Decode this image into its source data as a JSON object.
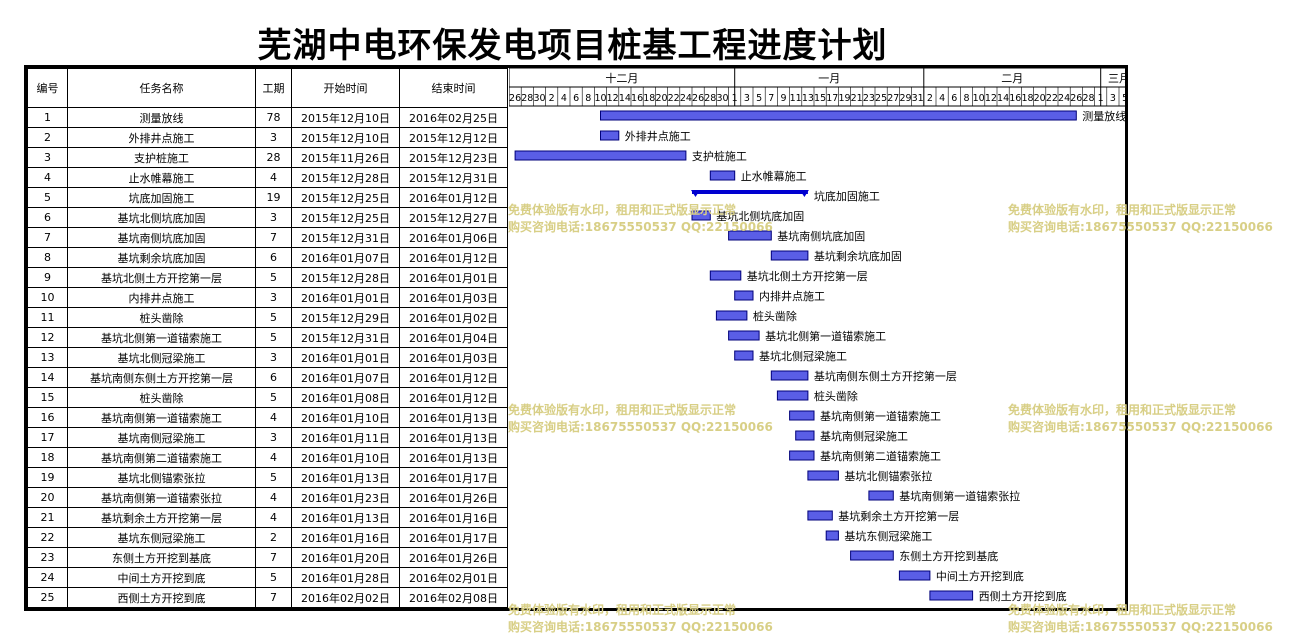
{
  "title": "芜湖中电环保发电项目桩基工程进度计划",
  "columns": [
    "编号",
    "任务名称",
    "工期",
    "开始时间",
    "结束时间"
  ],
  "months": [
    {
      "label": "十二月",
      "start": "2015-11-25",
      "end": "2015-12-31"
    },
    {
      "label": "一月",
      "start": "2016-01-01",
      "end": "2016-01-31"
    },
    {
      "label": "二月",
      "start": "2016-02-01",
      "end": "2016-02-29"
    },
    {
      "label": "三月",
      "start": "2016-03-01",
      "end": "2016-03-06"
    }
  ],
  "day_labels": [
    "26",
    "28",
    "30",
    "2",
    "4",
    "6",
    "8",
    "10",
    "12",
    "14",
    "16",
    "18",
    "20",
    "22",
    "24",
    "26",
    "28",
    "30",
    "1",
    "3",
    "5",
    "7",
    "9",
    "11",
    "13",
    "15",
    "17",
    "19",
    "21",
    "23",
    "25",
    "27",
    "29",
    "31",
    "2",
    "4",
    "6",
    "8",
    "10",
    "12",
    "14",
    "16",
    "18",
    "20",
    "22",
    "24",
    "26",
    "28",
    "1",
    "3",
    "5"
  ],
  "tasks": [
    {
      "id": "1",
      "name": "测量放线",
      "duration": "78",
      "start": "2015年12月10日",
      "end": "2016年02月25日",
      "bar_start": "2015-12-10",
      "bar_end": "2016-02-25",
      "kind": "bar"
    },
    {
      "id": "2",
      "name": "外排井点施工",
      "duration": "3",
      "start": "2015年12月10日",
      "end": "2015年12月12日",
      "bar_start": "2015-12-10",
      "bar_end": "2015-12-12",
      "kind": "bar"
    },
    {
      "id": "3",
      "name": "支护桩施工",
      "duration": "28",
      "start": "2015年11月26日",
      "end": "2015年12月23日",
      "bar_start": "2015-11-26",
      "bar_end": "2015-12-23",
      "kind": "bar"
    },
    {
      "id": "4",
      "name": "止水帷幕施工",
      "duration": "4",
      "start": "2015年12月28日",
      "end": "2015年12月31日",
      "bar_start": "2015-12-28",
      "bar_end": "2015-12-31",
      "kind": "bar"
    },
    {
      "id": "5",
      "name": "坑底加固施工",
      "duration": "19",
      "start": "2015年12月25日",
      "end": "2016年01月12日",
      "bar_start": "2015-12-25",
      "bar_end": "2016-01-12",
      "kind": "summary"
    },
    {
      "id": "6",
      "name": "基坑北侧坑底加固",
      "duration": "3",
      "start": "2015年12月25日",
      "end": "2015年12月27日",
      "bar_start": "2015-12-25",
      "bar_end": "2015-12-27",
      "kind": "bar"
    },
    {
      "id": "7",
      "name": "基坑南侧坑底加固",
      "duration": "7",
      "start": "2015年12月31日",
      "end": "2016年01月06日",
      "bar_start": "2015-12-31",
      "bar_end": "2016-01-06",
      "kind": "bar"
    },
    {
      "id": "8",
      "name": "基坑剩余坑底加固",
      "duration": "6",
      "start": "2016年01月07日",
      "end": "2016年01月12日",
      "bar_start": "2016-01-07",
      "bar_end": "2016-01-12",
      "kind": "bar"
    },
    {
      "id": "9",
      "name": "基坑北侧土方开挖第一层",
      "duration": "5",
      "start": "2015年12月28日",
      "end": "2016年01月01日",
      "bar_start": "2015-12-28",
      "bar_end": "2016-01-01",
      "kind": "bar"
    },
    {
      "id": "10",
      "name": "内排井点施工",
      "duration": "3",
      "start": "2016年01月01日",
      "end": "2016年01月03日",
      "bar_start": "2016-01-01",
      "bar_end": "2016-01-03",
      "kind": "bar"
    },
    {
      "id": "11",
      "name": "桩头凿除",
      "duration": "5",
      "start": "2015年12月29日",
      "end": "2016年01月02日",
      "bar_start": "2015-12-29",
      "bar_end": "2016-01-02",
      "kind": "bar"
    },
    {
      "id": "12",
      "name": "基坑北侧第一道锚索施工",
      "duration": "5",
      "start": "2015年12月31日",
      "end": "2016年01月04日",
      "bar_start": "2015-12-31",
      "bar_end": "2016-01-04",
      "kind": "bar"
    },
    {
      "id": "13",
      "name": "基坑北侧冠梁施工",
      "duration": "3",
      "start": "2016年01月01日",
      "end": "2016年01月03日",
      "bar_start": "2016-01-01",
      "bar_end": "2016-01-03",
      "kind": "bar"
    },
    {
      "id": "14",
      "name": "基坑南侧东侧土方开挖第一层",
      "duration": "6",
      "start": "2016年01月07日",
      "end": "2016年01月12日",
      "bar_start": "2016-01-07",
      "bar_end": "2016-01-12",
      "kind": "bar"
    },
    {
      "id": "15",
      "name": "桩头凿除",
      "duration": "5",
      "start": "2016年01月08日",
      "end": "2016年01月12日",
      "bar_start": "2016-01-08",
      "bar_end": "2016-01-12",
      "kind": "bar"
    },
    {
      "id": "16",
      "name": "基坑南侧第一道锚索施工",
      "duration": "4",
      "start": "2016年01月10日",
      "end": "2016年01月13日",
      "bar_start": "2016-01-10",
      "bar_end": "2016-01-13",
      "kind": "bar"
    },
    {
      "id": "17",
      "name": "基坑南侧冠梁施工",
      "duration": "3",
      "start": "2016年01月11日",
      "end": "2016年01月13日",
      "bar_start": "2016-01-11",
      "bar_end": "2016-01-13",
      "kind": "bar"
    },
    {
      "id": "18",
      "name": "基坑南侧第二道锚索施工",
      "duration": "4",
      "start": "2016年01月10日",
      "end": "2016年01月13日",
      "bar_start": "2016-01-10",
      "bar_end": "2016-01-13",
      "kind": "bar"
    },
    {
      "id": "19",
      "name": "基坑北侧锚索张拉",
      "duration": "5",
      "start": "2016年01月13日",
      "end": "2016年01月17日",
      "bar_start": "2016-01-13",
      "bar_end": "2016-01-17",
      "kind": "bar"
    },
    {
      "id": "20",
      "name": "基坑南侧第一道锚索张拉",
      "duration": "4",
      "start": "2016年01月23日",
      "end": "2016年01月26日",
      "bar_start": "2016-01-23",
      "bar_end": "2016-01-26",
      "kind": "bar"
    },
    {
      "id": "21",
      "name": "基坑剩余土方开挖第一层",
      "duration": "4",
      "start": "2016年01月13日",
      "end": "2016年01月16日",
      "bar_start": "2016-01-13",
      "bar_end": "2016-01-16",
      "kind": "bar"
    },
    {
      "id": "22",
      "name": "基坑东侧冠梁施工",
      "duration": "2",
      "start": "2016年01月16日",
      "end": "2016年01月17日",
      "bar_start": "2016-01-16",
      "bar_end": "2016-01-17",
      "kind": "bar"
    },
    {
      "id": "23",
      "name": "东侧土方开挖到基底",
      "duration": "7",
      "start": "2016年01月20日",
      "end": "2016年01月26日",
      "bar_start": "2016-01-20",
      "bar_end": "2016-01-26",
      "kind": "bar"
    },
    {
      "id": "24",
      "name": "中间土方开挖到底",
      "duration": "5",
      "start": "2016年01月28日",
      "end": "2016年02月01日",
      "bar_start": "2016-01-28",
      "bar_end": "2016-02-01",
      "kind": "bar"
    },
    {
      "id": "25",
      "name": "西侧土方开挖到底",
      "duration": "7",
      "start": "2016年02月02日",
      "end": "2016年02月08日",
      "bar_start": "2016-02-02",
      "bar_end": "2016-02-08",
      "kind": "bar"
    }
  ],
  "watermark": {
    "line1": "免费体验版有水印，租用和正式版显示正常",
    "line2": "购买咨询电话:18675550537 QQ:22150066"
  },
  "colors": {
    "bar_fill": "#5a5ee6",
    "bar_border": "#00007a",
    "summary": "#0000d0",
    "watermark": "#d8cf86"
  }
}
